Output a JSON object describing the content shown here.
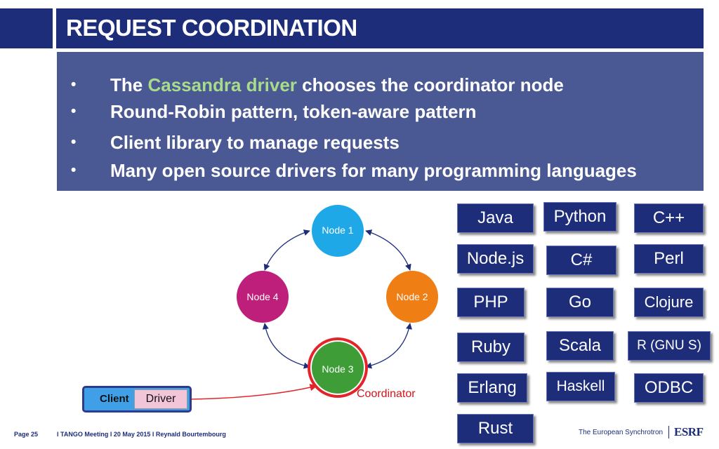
{
  "header": {
    "title": "REQUEST COORDINATION"
  },
  "bullets": [
    {
      "before": "The ",
      "highlight": "Cassandra driver",
      "after": " chooses the coordinator node"
    },
    {
      "before": "Round-Robin pattern, token-aware pattern",
      "highlight": "",
      "after": ""
    },
    {
      "before": "Client library to manage requests",
      "highlight": "",
      "after": ""
    },
    {
      "before": "Many open source drivers for many programming languages",
      "highlight": "",
      "after": ""
    }
  ],
  "bullet_symbol": "•",
  "diagram": {
    "nodes": [
      {
        "label": "Node 1",
        "color": "#1fa8e8"
      },
      {
        "label": "Node 2",
        "color": "#ef7e15"
      },
      {
        "label": "Node 3",
        "color": "#3f9d37"
      },
      {
        "label": "Node 4",
        "color": "#be1f7a"
      }
    ],
    "coordinator_ring_color": "#e3242b",
    "coordinator_label": "Coordinator",
    "client_label": "Client",
    "driver_label": "Driver"
  },
  "languages": [
    "Java",
    "Python",
    "C++",
    "Node.js",
    "C#",
    "Perl",
    "PHP",
    "Go",
    "Clojure",
    "Ruby",
    "Scala",
    "R (GNU S)",
    "Erlang",
    "Haskell",
    "ODBC",
    "Rust"
  ],
  "footer": {
    "page": "Page 25",
    "meta": "l TANGO Meeting l 20 May 2015 l Reynald Bourtembourg",
    "brand": "The European Synchrotron",
    "logo": "ESRF"
  }
}
